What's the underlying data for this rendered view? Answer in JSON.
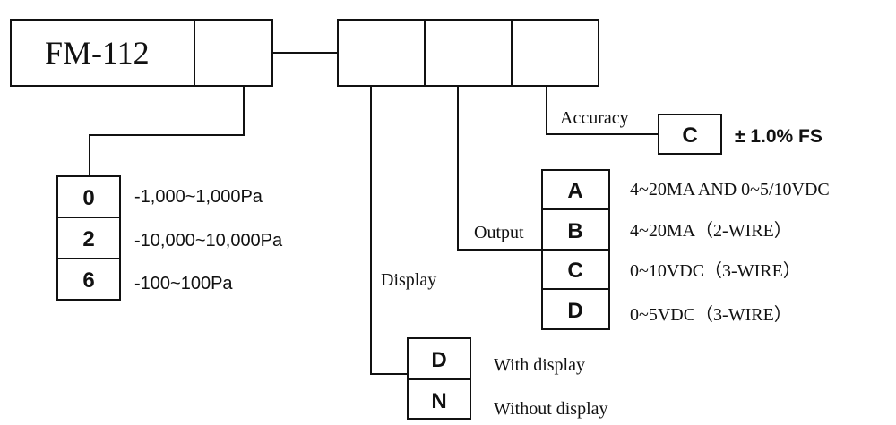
{
  "model": "FM-112",
  "pressure_range": {
    "options": [
      {
        "code": "0",
        "label": "-1,000~1,000Pa"
      },
      {
        "code": "2",
        "label": "-10,000~10,000Pa"
      },
      {
        "code": "6",
        "label": "-100~100Pa"
      }
    ]
  },
  "display": {
    "label": "Display",
    "options": [
      {
        "code": "D",
        "label": "With display"
      },
      {
        "code": "N",
        "label": "Without display"
      }
    ]
  },
  "output": {
    "label": "Output",
    "options": [
      {
        "code": "A",
        "label": "4~20MA AND 0~5/10VDC"
      },
      {
        "code": "B",
        "label": "4~20MA（2-WIRE）"
      },
      {
        "code": "C",
        "label": "0~10VDC（3-WIRE）"
      },
      {
        "code": "D",
        "label": "0~5VDC（3-WIRE）"
      }
    ]
  },
  "accuracy": {
    "label": "Accuracy",
    "code": "C",
    "spec": "± 1.0% FS"
  }
}
